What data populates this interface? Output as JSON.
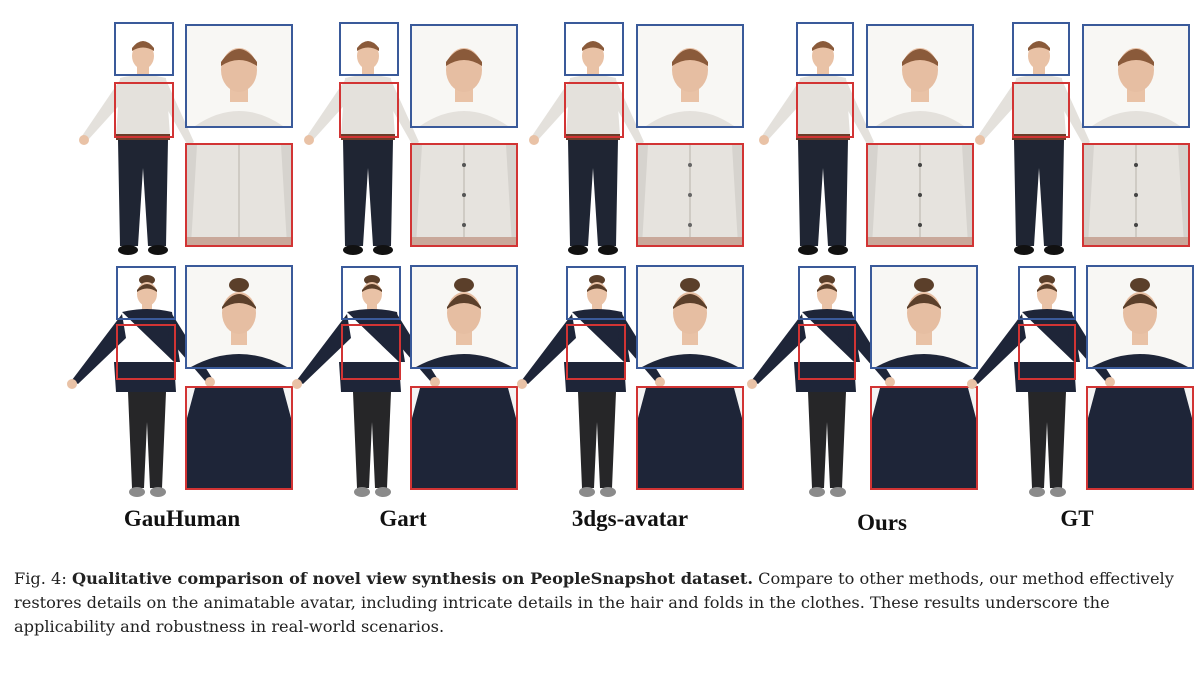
{
  "methods": [
    "GauHuman",
    "Gart",
    "3dgs-avatar",
    "Ours",
    "GT"
  ],
  "caption": {
    "prefix": "Fig. 4: ",
    "title": "Qualitative comparison of novel view synthesis on PeopleSnapshot dataset.",
    "body": " Compare to other methods, our method effectively restores details on the animatable avatar, including intricate details in the hair and folds in the clothes. These results underscore the applicability and robustness in real-world scenarios."
  },
  "colors": {
    "face_box": "#3a5a9a",
    "body_box": "#d23434",
    "male_shirt": "#e4e1dc",
    "male_pants": "#1f2533",
    "female_top": "#1e2538",
    "female_pants": "#262628",
    "skin": "#e9c2a6",
    "hair_male": "#8a5a3a",
    "hair_female": "#5b3f2a"
  }
}
